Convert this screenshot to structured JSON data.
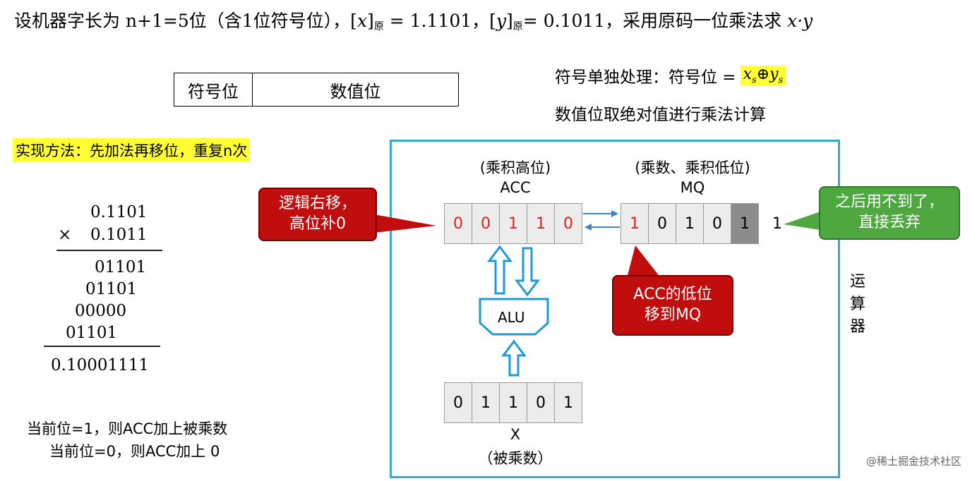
{
  "title": {
    "prefix": "设机器字长为 n+1=5位（含1位符号位），",
    "x_sym": "x",
    "orig_sub": "原",
    "x_value": " = 1.1101，",
    "y_sym": "y",
    "y_value": "= 0.1011，采用原码一位乘法求 ",
    "product": "x·y"
  },
  "format_box": {
    "sign": "符号位",
    "value": "数值位"
  },
  "sign_rule": {
    "text": "符号单独处理：符号位 =",
    "x": "x",
    "xor": "⊕",
    "y": "y",
    "sub": "s"
  },
  "abs_rule": "数值位取绝对值进行乘法计算",
  "method": "实现方法：先加法再移位，重复n次",
  "calculation": {
    "multiplicand": "0.1101",
    "times": "×",
    "multiplier": "0.1011",
    "partials": [
      "01101",
      "01101",
      "00000",
      "01101"
    ],
    "result": "0.10001111"
  },
  "rules": [
    "当前位=1，则ACC加上被乘数",
    "当前位=0，则ACC加上 0"
  ],
  "acc": {
    "caption": "(乘积高位)",
    "name": "ACC",
    "bits": [
      "0",
      "0",
      "1",
      "1",
      "0"
    ]
  },
  "mq": {
    "caption": "(乘数、乘积低位)",
    "name": "MQ",
    "bits": [
      "1",
      "0",
      "1",
      "0",
      "1"
    ],
    "dropped": "1"
  },
  "x_reg": {
    "name": "X",
    "caption": "（被乘数）",
    "bits": [
      "0",
      "1",
      "1",
      "0",
      "1"
    ]
  },
  "alu": "ALU",
  "callouts": {
    "shift": "逻辑右移，\n高位补0",
    "drop": "之后用不到了，\n直接丢弃",
    "move": "ACC的低位\n移到MQ"
  },
  "side_label": [
    "运",
    "算",
    "器"
  ],
  "credit": "@稀土掘金技术社区",
  "colors": {
    "frame": "#39a6d8",
    "callout_red": "#c00d0d",
    "callout_green": "#4ea83f",
    "highlight": "#ffff33",
    "bit_red": "#e02020"
  }
}
